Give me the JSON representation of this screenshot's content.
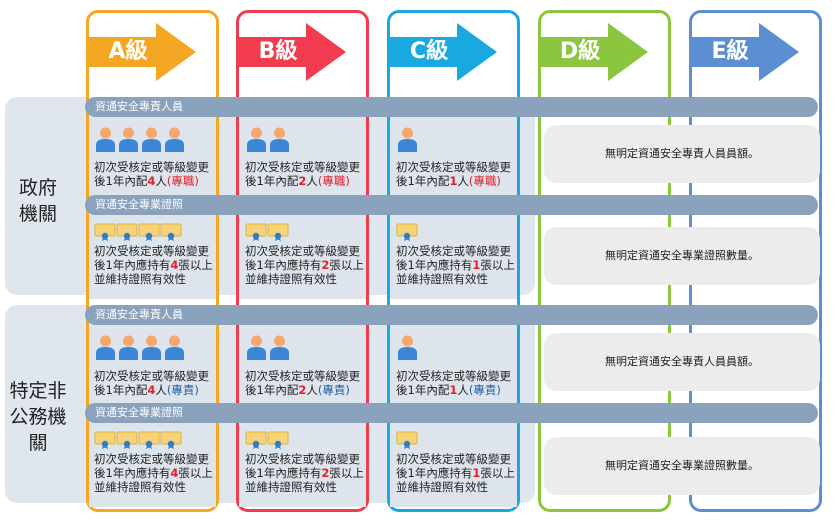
{
  "grades": [
    {
      "label": "A級",
      "color": "#f5a623"
    },
    {
      "label": "B級",
      "color": "#f03c4e"
    },
    {
      "label": "C級",
      "color": "#1aa8e0"
    },
    {
      "label": "D級",
      "color": "#8cc63e"
    },
    {
      "label": "E級",
      "color": "#5b8fd1"
    }
  ],
  "rows": {
    "gov": "政府\n機關",
    "nongov": "特定非\n公務機\n關"
  },
  "bands": {
    "staff": "資通安全專責人員",
    "cert": "資通安全專業證照"
  },
  "gov_staff": {
    "a": {
      "pre": "初次受核定或等級變更後1年內配",
      "num": "4",
      "unit": "人",
      "kind": "(專職)"
    },
    "b": {
      "pre": "初次受核定或等級變更後1年內配",
      "num": "2",
      "unit": "人",
      "kind": "(專職)"
    },
    "c": {
      "pre": "初次受核定或等級變更後1年內配",
      "num": "1",
      "unit": "人",
      "kind": "(專職)"
    }
  },
  "nongov_staff": {
    "a": {
      "pre": "初次受核定或等級變更後1年內配",
      "num": "4",
      "unit": "人",
      "kind": "(專責)"
    },
    "b": {
      "pre": "初次受核定或等級變更後1年內配",
      "num": "2",
      "unit": "人",
      "kind": "(專責)"
    },
    "c": {
      "pre": "初次受核定或等級變更後1年內配",
      "num": "1",
      "unit": "人",
      "kind": "(專責)"
    }
  },
  "certs": {
    "a": {
      "pre": "初次受核定或等級變更後1年內應持有",
      "num": "4",
      "post": "張以上並維持證照有效性"
    },
    "b": {
      "pre": "初次受核定或等級變更後1年內應持有",
      "num": "2",
      "post": "張以上並維持證照有效性"
    },
    "c": {
      "pre": "初次受核定或等級變更後1年內應持有",
      "num": "1",
      "post": "張以上並維持證照有效性"
    }
  },
  "e_staff": "無明定資通安全專責人員員額。",
  "e_cert": "無明定資通安全專業證照數量。",
  "icons": {
    "person": "person-icon",
    "cert": "certificate-icon"
  },
  "counts": {
    "a": 4,
    "b": 2,
    "c": 1
  }
}
